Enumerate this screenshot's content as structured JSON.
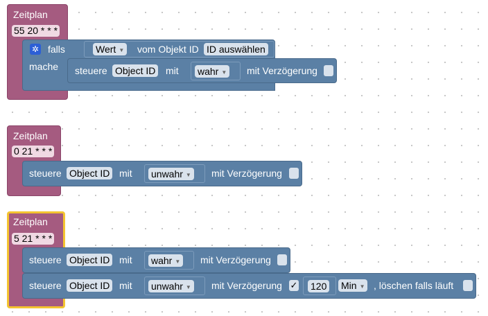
{
  "blocks": [
    {
      "title": "Zeitplan",
      "cron": "55 20 * * *",
      "if_block": {
        "falls_label": "falls",
        "mache_label": "mache",
        "gear_icon": "gear-icon",
        "value_dropdown": "Wert",
        "from_object_label": "vom Objekt ID",
        "select_id_button": "ID auswählen",
        "control": {
          "steuere_label": "steuere",
          "object_id": "Object ID",
          "mit_label": "mit",
          "value": "wahr",
          "delay_label": "mit Verzögerung",
          "delay_checked": false
        }
      }
    },
    {
      "title": "Zeitplan",
      "cron": "0 21 * * *",
      "controls": [
        {
          "steuere_label": "steuere",
          "object_id": "Object ID",
          "mit_label": "mit",
          "value": "unwahr",
          "delay_label": "mit Verzögerung",
          "delay_checked": false
        }
      ]
    },
    {
      "title": "Zeitplan",
      "cron": "5 21 * * *",
      "selected": true,
      "controls": [
        {
          "steuere_label": "steuere",
          "object_id": "Object ID",
          "mit_label": "mit",
          "value": "wahr",
          "delay_label": "mit Verzögerung",
          "delay_checked": false
        },
        {
          "steuere_label": "steuere",
          "object_id": "Object ID",
          "mit_label": "mit",
          "value": "unwahr",
          "delay_label": "mit Verzögerung",
          "delay_checked": true,
          "check_mark": "✓",
          "delay_value": "120",
          "delay_unit": "Min",
          "clear_label": ", löschen falls läuft",
          "clear_checked": false
        }
      ]
    }
  ],
  "colors": {
    "schedule_block": "#a55b80",
    "control_block": "#5b80a5",
    "selection": "#f4c430"
  }
}
